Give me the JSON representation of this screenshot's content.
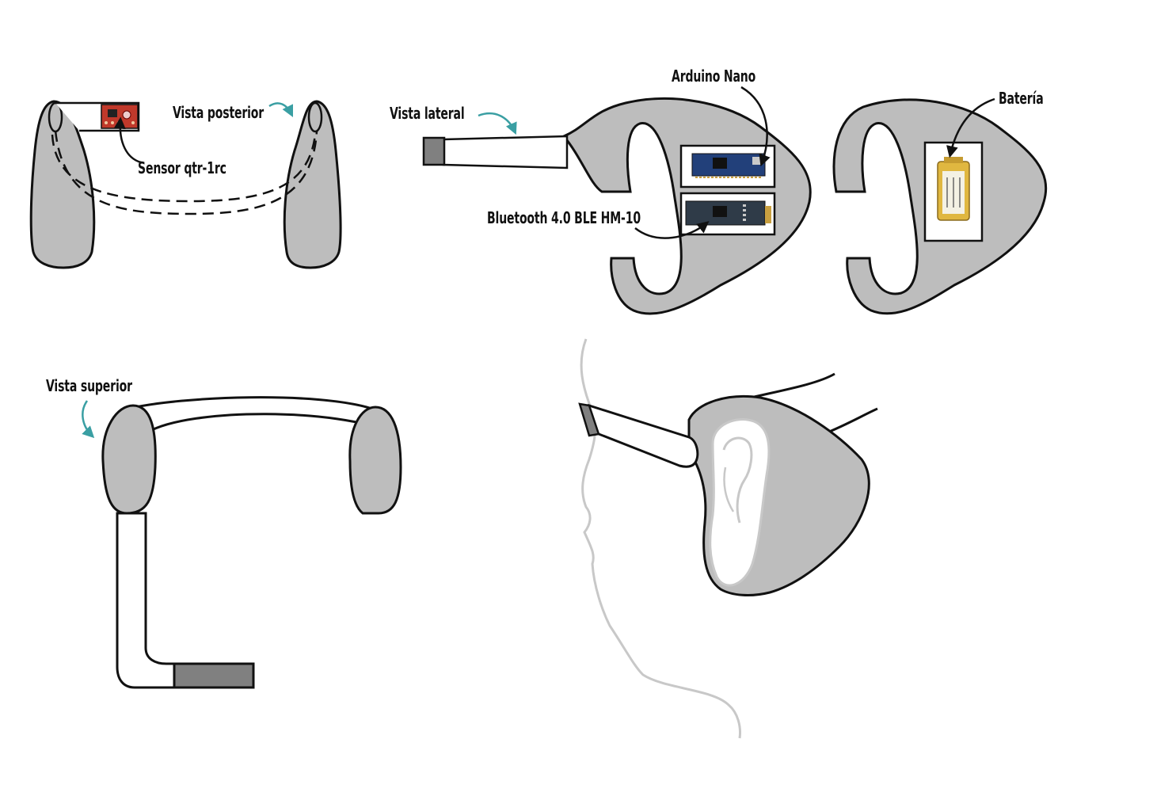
{
  "labels": {
    "vista_posterior": "Vista posterior",
    "sensor": "Sensor qtr-1rc",
    "vista_lateral": "Vista lateral",
    "arduino": "Arduino Nano",
    "bluetooth": "Bluetooth 4.0 BLE HM-10",
    "bateria": "Batería",
    "vista_superior": "Vista superior"
  },
  "colors": {
    "device_fill": "#bdbdbd",
    "sensor_tip": "#808080",
    "outline": "#111111",
    "accent_arrow": "#3a9fa3",
    "face_line": "#c8c8c8",
    "board_blue": "#22407a",
    "board_dark": "#2f3b48",
    "sensor_red": "#c0392b",
    "battery_yellow": "#e0b740"
  }
}
